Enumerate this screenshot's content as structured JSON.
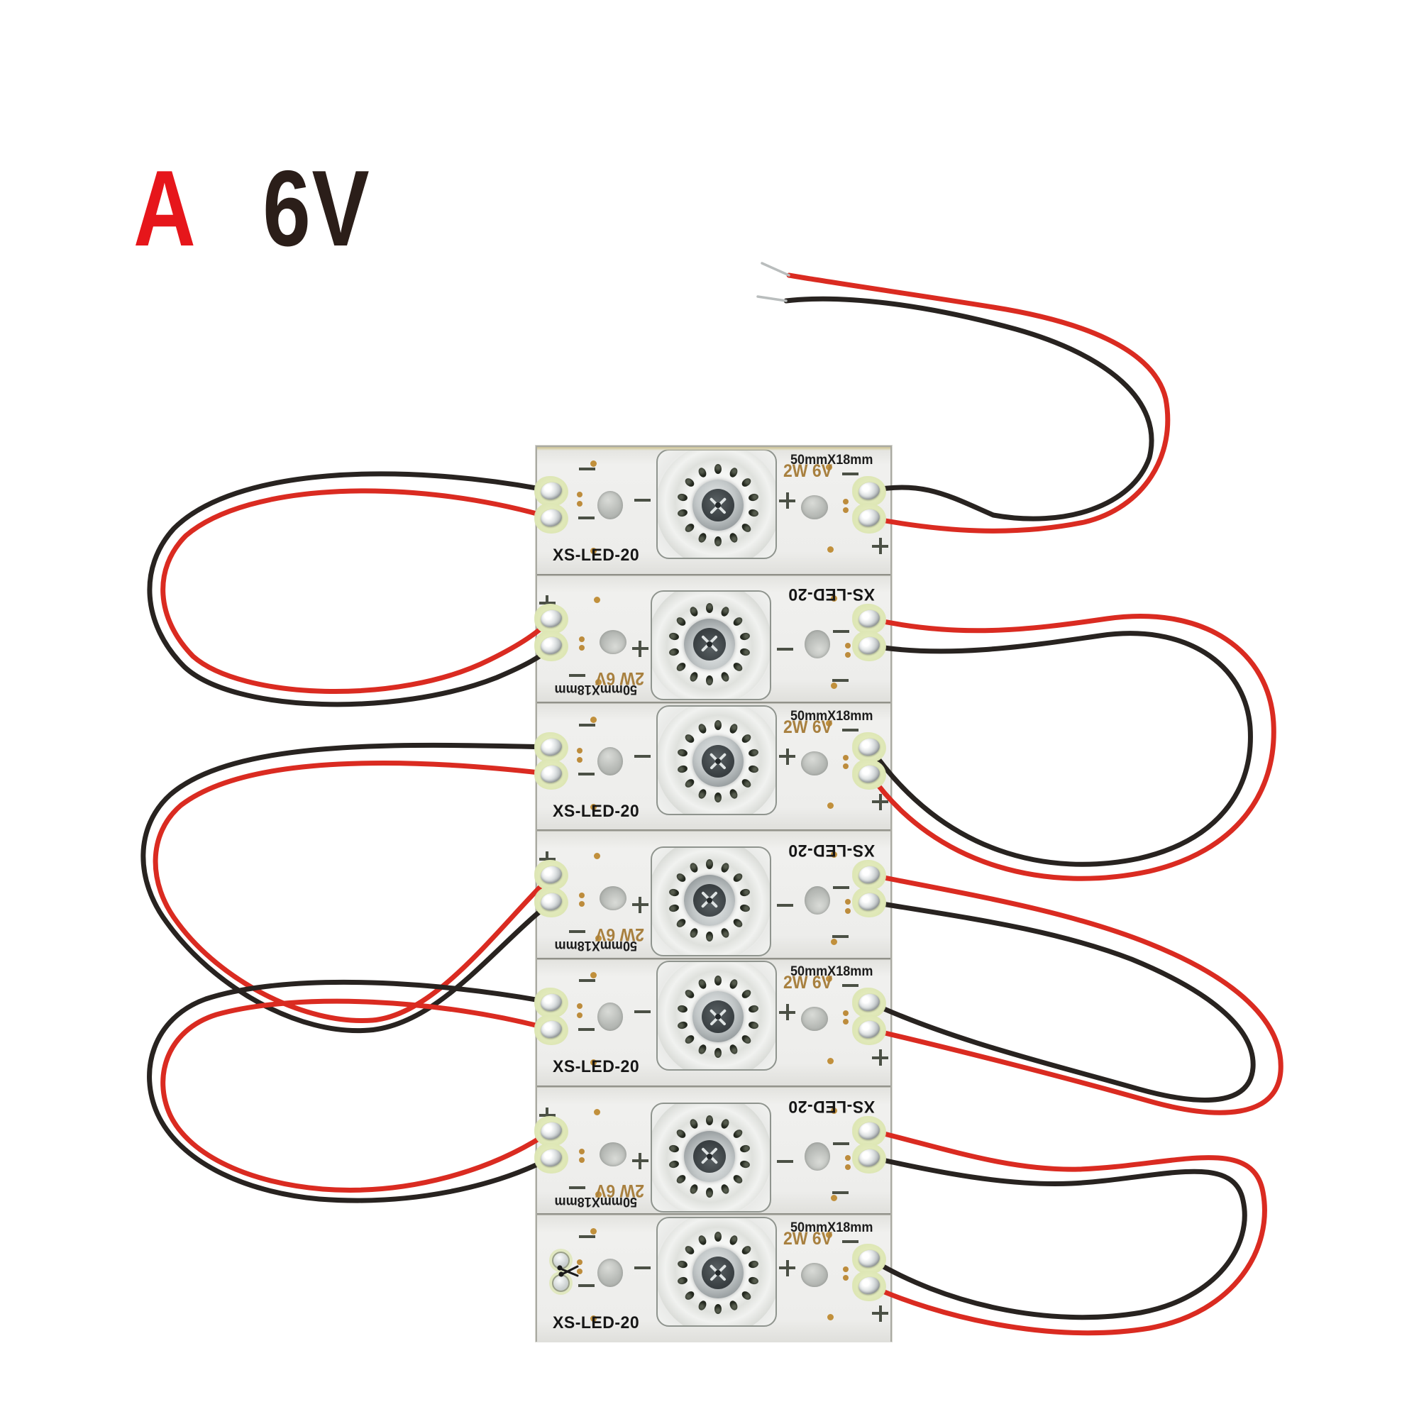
{
  "title": {
    "grade": "A",
    "voltage": "6V"
  },
  "panel": {
    "strip_count": 7,
    "strips": [
      {
        "model": "XS-LED-20",
        "size_label": "50mmX18mm",
        "power_label": "2W 6V",
        "orientation": "normal",
        "left_wired": true,
        "right_wired": true
      },
      {
        "model": "XS-LED-20",
        "size_label": "50mmX18mm",
        "power_label": "2W 6V",
        "orientation": "rotated",
        "left_wired": true,
        "right_wired": true
      },
      {
        "model": "XS-LED-20",
        "size_label": "50mmX18mm",
        "power_label": "2W 6V",
        "orientation": "normal",
        "left_wired": true,
        "right_wired": true
      },
      {
        "model": "XS-LED-20",
        "size_label": "50mmX18mm",
        "power_label": "2W 6V",
        "orientation": "rotated",
        "left_wired": true,
        "right_wired": true
      },
      {
        "model": "XS-LED-20",
        "size_label": "50mmX18mm",
        "power_label": "2W 6V",
        "orientation": "normal",
        "left_wired": true,
        "right_wired": true
      },
      {
        "model": "XS-LED-20",
        "size_label": "50mmX18mm",
        "power_label": "2W 6V",
        "orientation": "rotated",
        "left_wired": true,
        "right_wired": true
      },
      {
        "model": "XS-LED-20",
        "size_label": "50mmX18mm",
        "power_label": "2W 6V",
        "orientation": "normal",
        "left_wired": false,
        "right_wired": true
      }
    ],
    "marks": {
      "plus": "+",
      "minus": "−"
    },
    "icons": {
      "cut_here": "scissors-icon",
      "lens": "led-lens",
      "hole": "mounting-hole"
    }
  },
  "colors": {
    "accent_red": "#e6161b",
    "title_dark": "#2b1e19",
    "silk_gold": "#a8803f",
    "gold_dot": "#c1903c",
    "wire_red": "#da2b21",
    "wire_black": "#282320",
    "pcb_gray": "#e9e9e7"
  }
}
